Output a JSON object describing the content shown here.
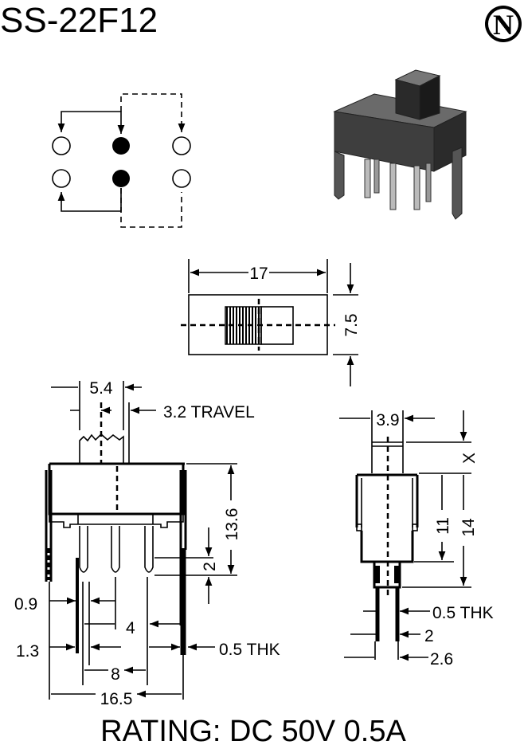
{
  "title": "SS-22F12",
  "logo_letter": "N",
  "top_view": {
    "width_label": "17",
    "height_label": "7.5"
  },
  "side_view": {
    "actuator_width": "5.4",
    "travel": "3.2 TRAVEL",
    "height": "13.6",
    "pin_length": "2",
    "pin_width": "0.9",
    "pin_pitch": "4",
    "leg_width": "1.3",
    "thickness": "0.5 THK",
    "pin_span": "8",
    "overall_width": "16.5"
  },
  "end_view": {
    "actuator_width": "3.9",
    "actuator_height": "X",
    "body_height": "11",
    "overall_height": "14",
    "thickness": "0.5 THK",
    "pin_offset": "2",
    "leg_offset": "2.6"
  },
  "rating": "RATING: DC 50V 0.5A"
}
